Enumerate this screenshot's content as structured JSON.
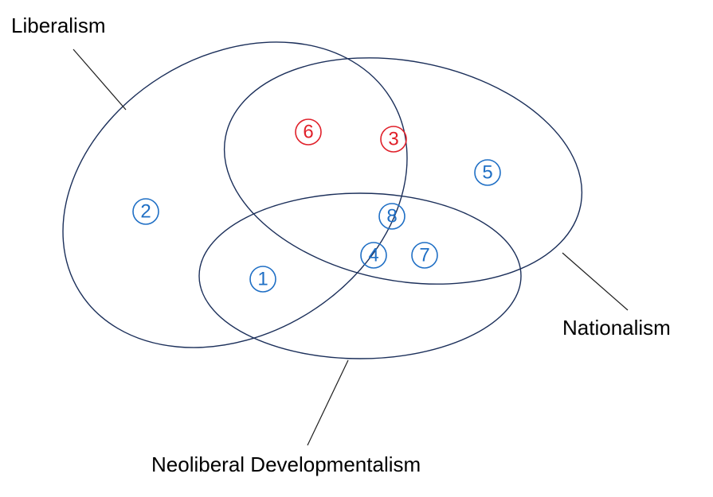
{
  "sets": {
    "liberalism": {
      "label": "Liberalism"
    },
    "nationalism": {
      "label": "Nationalism"
    },
    "developmentalism": {
      "label": "Neoliberal Developmentalism"
    }
  },
  "markers": [
    {
      "number": "1",
      "color": "#1f6fc5"
    },
    {
      "number": "2",
      "color": "#1f6fc5"
    },
    {
      "number": "3",
      "color": "#e0202a"
    },
    {
      "number": "4",
      "color": "#1f6fc5"
    },
    {
      "number": "5",
      "color": "#1f6fc5"
    },
    {
      "number": "6",
      "color": "#e0202a"
    },
    {
      "number": "7",
      "color": "#1f6fc5"
    },
    {
      "number": "8",
      "color": "#1f6fc5"
    }
  ],
  "colors": {
    "outline": "#1b2f5a",
    "leader": "#1e1e1e"
  }
}
